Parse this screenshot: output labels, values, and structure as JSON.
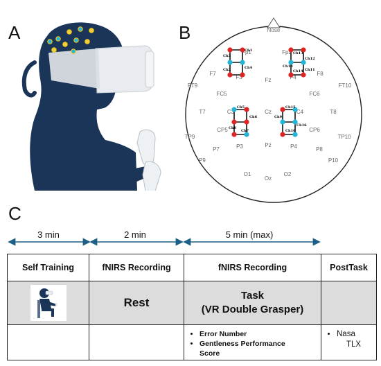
{
  "panels": {
    "a": "A",
    "b": "B",
    "c": "C"
  },
  "montage": {
    "nose": "Nose",
    "positions": [
      "Fp1",
      "Fp2",
      "F7",
      "F3",
      "Fz",
      "F4",
      "F8",
      "FT9",
      "FC5",
      "FC6",
      "FT10",
      "T7",
      "C3",
      "Cz",
      "C4",
      "T8",
      "TP9",
      "CP5",
      "CP6",
      "TP10",
      "P7",
      "P3",
      "Pz",
      "P4",
      "P8",
      "P9",
      "P10",
      "O1",
      "Oz",
      "O2"
    ],
    "channels": [
      "Ch1",
      "Ch2",
      "Ch3",
      "Ch4",
      "Ch5",
      "Ch6",
      "Ch7",
      "Ch8",
      "Ch9",
      "Ch10",
      "Ch11",
      "Ch12",
      "Ch13",
      "Ch14",
      "Ch15",
      "Ch16"
    ]
  },
  "timeline": {
    "t1": "3 min",
    "t2": "2 min",
    "t3": "5 min (max)"
  },
  "table": {
    "headers": [
      "Self Training",
      "fNIRS Recording",
      "fNIRS Recording",
      "PostTask"
    ],
    "rest": "Rest",
    "task_line1": "Task",
    "task_line2": "(VR Double Grasper)",
    "metrics": [
      "Error Number",
      "Gentleness Performance",
      "Score"
    ],
    "post": [
      "Nasa",
      "TLX"
    ]
  },
  "colors": {
    "silhouette": "#1b3558",
    "source": "#e02424",
    "detector": "#21b6d8",
    "arrow": "#1d5f86"
  }
}
